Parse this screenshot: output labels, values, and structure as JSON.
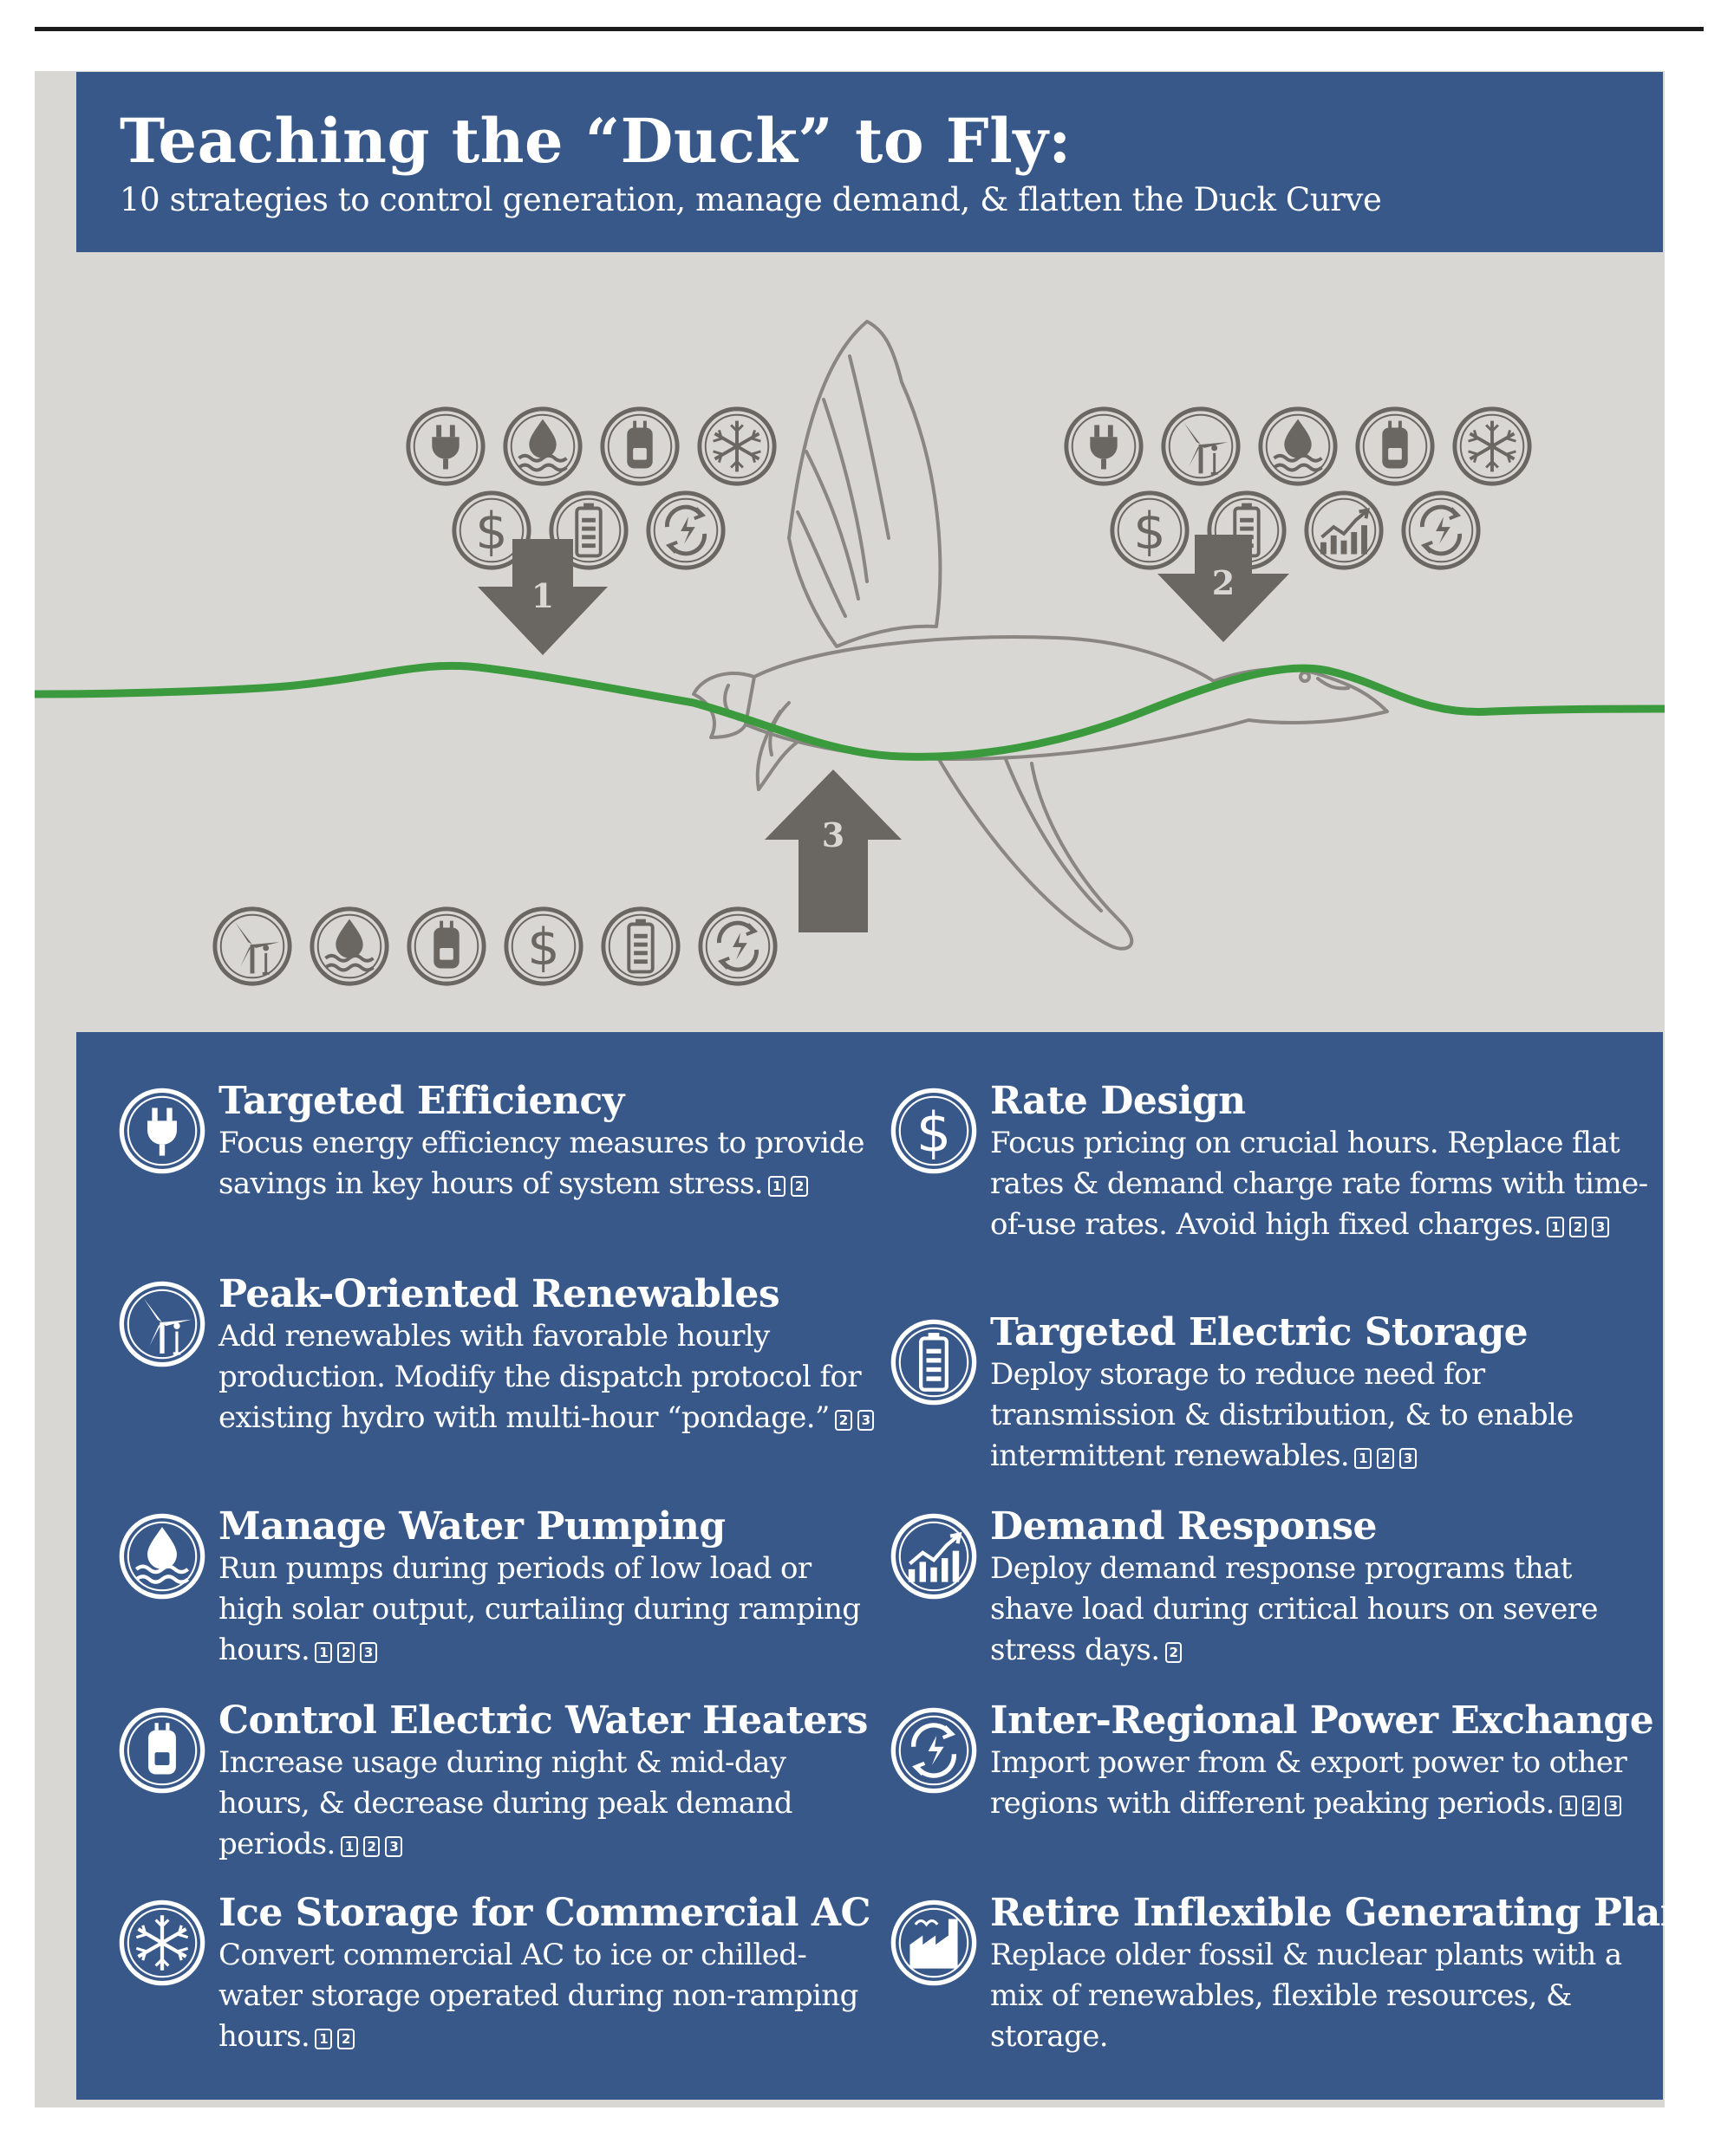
{
  "header": {
    "title": "Teaching the “Duck” to Fly:",
    "subtitle": "10 strategies to control generation, manage demand, & flatten the Duck Curve"
  },
  "illustration": {
    "arrows": [
      {
        "number": "1",
        "direction": "down"
      },
      {
        "number": "2",
        "direction": "down"
      },
      {
        "number": "3",
        "direction": "up"
      }
    ],
    "icon_groups": [
      {
        "arrow": "1",
        "icons": [
          "plug-icon",
          "water-pump-icon",
          "water-heater-icon",
          "snowflake-icon",
          "dollar-icon",
          "battery-icon",
          "exchange-icon"
        ]
      },
      {
        "arrow": "2",
        "icons": [
          "plug-icon",
          "wind-turbine-icon",
          "water-pump-icon",
          "water-heater-icon",
          "snowflake-icon",
          "dollar-icon",
          "battery-icon",
          "demand-chart-icon",
          "exchange-icon"
        ]
      },
      {
        "arrow": "3",
        "icons": [
          "wind-turbine-icon",
          "water-pump-icon",
          "water-heater-icon",
          "dollar-icon",
          "battery-icon",
          "exchange-icon"
        ]
      }
    ]
  },
  "strategies": [
    {
      "icon": "plug-icon",
      "title": "Targeted Efficiency",
      "text": "Focus energy efficiency measures to provide savings in key hours of system stress.",
      "tags": [
        "1",
        "2"
      ]
    },
    {
      "icon": "wind-turbine-icon",
      "title": "Peak-Oriented Renewables",
      "text": "Add renewables with favorable hourly production. Modify the dispatch protocol for existing hydro with multi-hour “pondage.”",
      "tags": [
        "2",
        "3"
      ]
    },
    {
      "icon": "water-pump-icon",
      "title": "Manage Water Pumping",
      "text": "Run pumps during periods of low load or high solar output, curtailing during ramping hours.",
      "tags": [
        "1",
        "2",
        "3"
      ]
    },
    {
      "icon": "water-heater-icon",
      "title": "Control Electric Water Heaters",
      "text": "Increase usage during night & mid-day hours, & decrease during peak demand periods.",
      "tags": [
        "1",
        "2",
        "3"
      ]
    },
    {
      "icon": "snowflake-icon",
      "title": "Ice Storage for Commercial AC",
      "text": "Convert commercial AC to ice or chilled-water storage operated during non-ramping hours.",
      "tags": [
        "1",
        "2"
      ]
    },
    {
      "icon": "dollar-icon",
      "title": "Rate Design",
      "text": "Focus pricing on crucial hours. Replace flat rates & demand charge rate forms with time-of-use rates. Avoid high fixed charges.",
      "tags": [
        "1",
        "2",
        "3"
      ]
    },
    {
      "icon": "battery-icon",
      "title": "Targeted Electric Storage",
      "text": "Deploy storage to reduce need for transmission & distribution, & to enable intermittent renewables.",
      "tags": [
        "1",
        "2",
        "3"
      ]
    },
    {
      "icon": "demand-chart-icon",
      "title": "Demand Response",
      "text": "Deploy demand response programs that shave load during critical hours on severe stress days.",
      "tags": [
        "2"
      ]
    },
    {
      "icon": "exchange-icon",
      "title": "Inter-Regional Power Exchange",
      "text": "Import power from & export power to other regions with different peaking periods.",
      "tags": [
        "1",
        "2",
        "3"
      ]
    },
    {
      "icon": "factory-icon",
      "title": "Retire Inflexible Generating Plants",
      "text": "Replace older fossil & nuclear plants with a mix of renewables, flexible resources, & storage.",
      "tags": []
    }
  ],
  "colors": {
    "blue_panel": "#38588a",
    "gray_background": "#d9d7d3",
    "icon_gray": "#6a6763",
    "curve_green": "#3a9a3d",
    "text_white": "#ffffff"
  }
}
